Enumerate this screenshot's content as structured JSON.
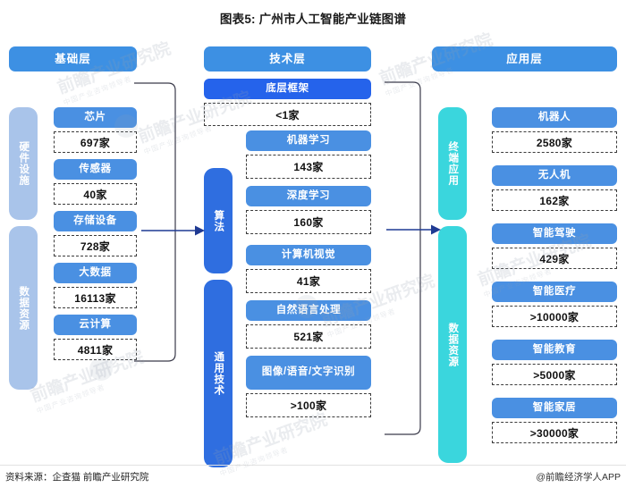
{
  "title": "图表5: 广州市人工智能产业链图谱",
  "colors": {
    "header_blue": "#3d90e3",
    "item_blue": "#4a90e2",
    "deep_blue": "#2563eb",
    "light_blue_bar": "#a9c4ea",
    "cyan_bar": "#3ad6dd",
    "value_border": "#3b3b3b",
    "arrow": "#1f3a93"
  },
  "columns": [
    {
      "id": "foundation",
      "header": "基础层",
      "groups": [
        {
          "label": "硬件设施",
          "items": [
            {
              "name": "芯片",
              "value": "697家"
            },
            {
              "name": "传感器",
              "value": "40家"
            },
            {
              "name": "存储设备",
              "value": "728家"
            }
          ]
        },
        {
          "label": "数据资源",
          "items": [
            {
              "name": "大数据",
              "value": "16113家"
            },
            {
              "name": "云计算",
              "value": "4811家"
            }
          ]
        }
      ]
    },
    {
      "id": "technology",
      "header": "技术层",
      "top_item": {
        "name": "底层框架",
        "value": "<1家"
      },
      "groups": [
        {
          "label": "算法",
          "items": [
            {
              "name": "机器学习",
              "value": "143家"
            },
            {
              "name": "深度学习",
              "value": "160家"
            }
          ]
        },
        {
          "label": "通用技术",
          "items": [
            {
              "name": "计算机视觉",
              "value": "41家"
            },
            {
              "name": "自然语言处理",
              "value": "521家"
            },
            {
              "name": "图像/语音/文字识别",
              "value": ">100家"
            }
          ]
        }
      ]
    },
    {
      "id": "application",
      "header": "应用层",
      "groups": [
        {
          "label": "终端应用",
          "items": [
            {
              "name": "机器人",
              "value": "2580家"
            },
            {
              "name": "无人机",
              "value": "162家"
            }
          ]
        },
        {
          "label": "数据资源",
          "items": [
            {
              "name": "智能驾驶",
              "value": "429家"
            },
            {
              "name": "智能医疗",
              "value": ">10000家"
            },
            {
              "name": "智能教育",
              "value": ">5000家"
            },
            {
              "name": "智能家居",
              "value": ">30000家"
            }
          ]
        }
      ]
    }
  ],
  "footer": {
    "source": "资料来源：企查猫 前瞻产业研究院",
    "credit": "@前瞻经济学人APP"
  },
  "watermark": {
    "text": "前瞻产业研究院",
    "sub": "中国产业咨询领导者"
  }
}
